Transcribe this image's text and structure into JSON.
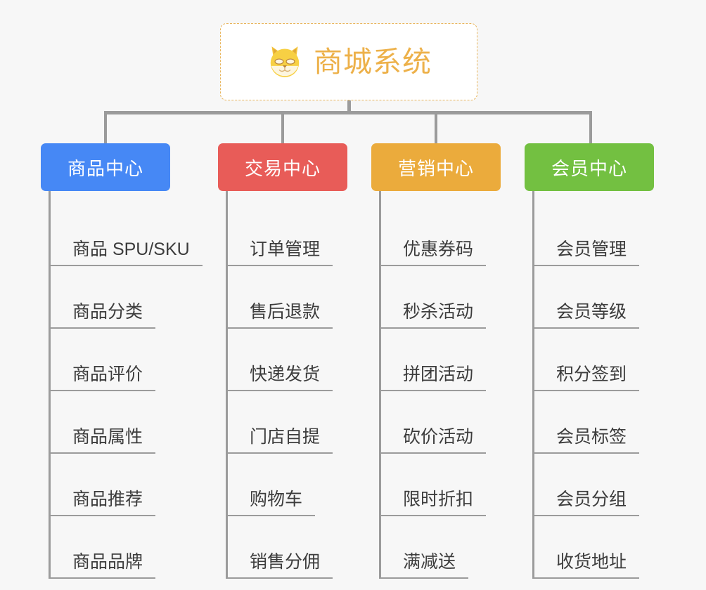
{
  "root": {
    "title": "商城系统",
    "icon": "shiba-dog-face-emoji",
    "border_color": "#e8b55c",
    "text_color": "#edb14a",
    "background": "#ffffff"
  },
  "canvas": {
    "background": "#f7f7f7",
    "connector_color": "#9b9b9b"
  },
  "branches": [
    {
      "label": "商品中心",
      "color": "#4688f5",
      "leaves": [
        "商品 SPU/SKU",
        "商品分类",
        "商品评价",
        "商品属性",
        "商品推荐",
        "商品品牌"
      ]
    },
    {
      "label": "交易中心",
      "color": "#e85c58",
      "leaves": [
        "订单管理",
        "售后退款",
        "快递发货",
        "门店自提",
        "购物车",
        "销售分佣"
      ]
    },
    {
      "label": "营销中心",
      "color": "#ebab3c",
      "leaves": [
        "优惠券码",
        "秒杀活动",
        "拼团活动",
        "砍价活动",
        "限时折扣",
        "满减送"
      ]
    },
    {
      "label": "会员中心",
      "color": "#73c041",
      "leaves": [
        "会员管理",
        "会员等级",
        "积分签到",
        "会员标签",
        "会员分组",
        "收货地址"
      ]
    }
  ]
}
